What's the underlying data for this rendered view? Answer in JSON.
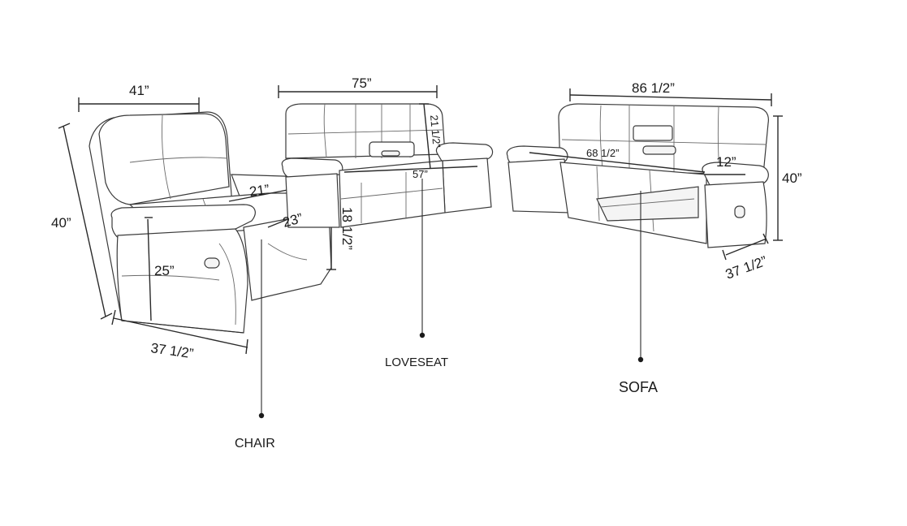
{
  "chair": {
    "label": "CHAIR",
    "width": "41”",
    "height": "40”",
    "depth": "37 1/2”",
    "seat_width": "21”",
    "seat_depth": "23”",
    "seat_height": "25”",
    "arm_height": "18 1/2”"
  },
  "loveseat": {
    "label": "LOVESEAT",
    "width": "75”",
    "back_height": "21 1/2”",
    "seat_width": "57”"
  },
  "sofa": {
    "label": "SOFA",
    "width": "86 1/2”",
    "height": "40”",
    "depth": "37 1/2”",
    "seat_width": "68 1/2”",
    "arm_width": "12”"
  }
}
